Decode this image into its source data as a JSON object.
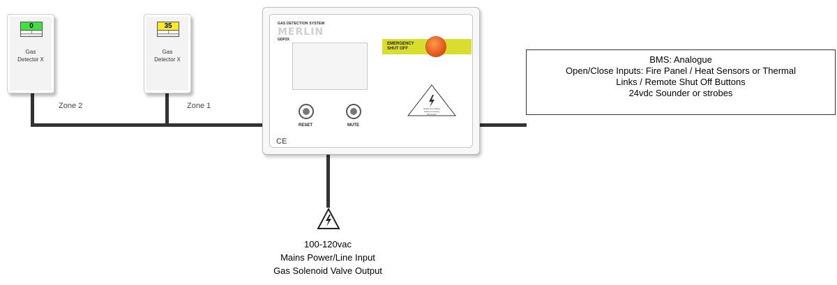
{
  "detectors": [
    {
      "reading": "0",
      "screen_color": "#3fe03f",
      "label_line1": "Gas",
      "label_line2": "Detector X"
    },
    {
      "reading": "35",
      "screen_color": "#f5e92a",
      "label_line1": "Gas",
      "label_line2": "Detector X"
    }
  ],
  "zones": {
    "zone2": "Zone 2",
    "zone1": "Zone 1"
  },
  "panel": {
    "system_label": "GAS DETECTION SYSTEM",
    "brand": "MERLIN",
    "model": "GDP2X",
    "esd_line1": "EMERGENCY",
    "esd_line2": "SHUT OFF",
    "reset_label": "RESET",
    "mute_label": "MUTE",
    "ce_mark": "CE",
    "warning_line1": "Isolate from Mains",
    "warning_line2": "before removing",
    "warning_line3": "this cover!"
  },
  "bms": {
    "lines": [
      "BMS: Analogue",
      "Open/Close Inputs: Fire Panel / Heat Sensors or Thermal",
      "Links / Remote Shut Off Buttons",
      "24vdc Sounder or strobes"
    ]
  },
  "mains": {
    "lines": [
      "100-120vac",
      "Mains Power/Line Input",
      "Gas Solenoid Valve Output"
    ]
  },
  "colors": {
    "esd_band": "#d9dd2e",
    "esd_button": "#e0561a",
    "wire": "#333333"
  }
}
